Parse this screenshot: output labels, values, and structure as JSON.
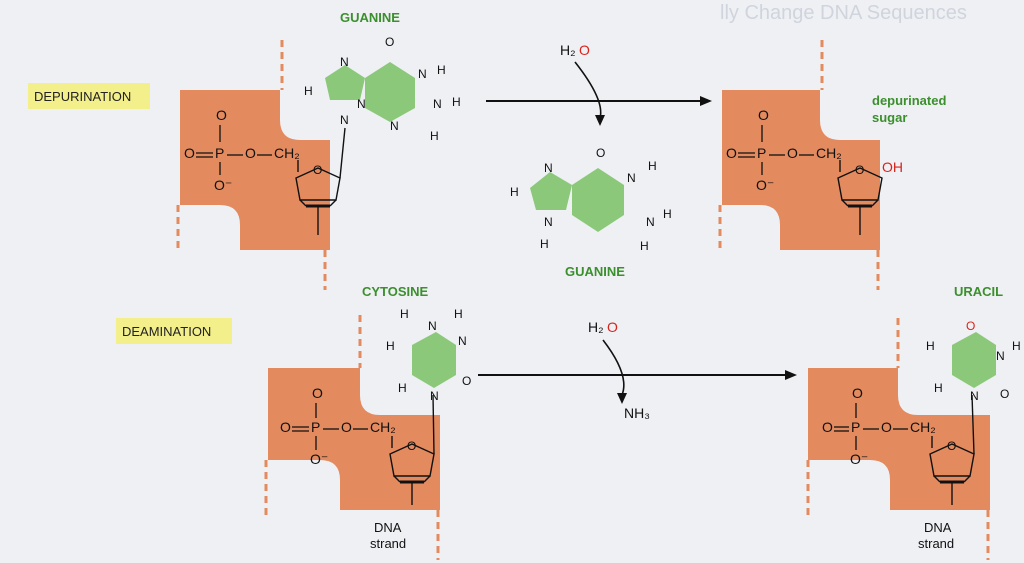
{
  "background_text": {
    "header": "lly Change DNA Sequences"
  },
  "labels": {
    "depurination": "DEPURINATION",
    "deamination": "DEAMINATION",
    "guanine_top": "GUANINE",
    "guanine_released": "GUANINE",
    "cytosine": "CYTOSINE",
    "uracil": "URACIL",
    "depurinated_sugar_line1": "depurinated",
    "depurinated_sugar_line2": "sugar",
    "dna_strand_line1": "DNA",
    "dna_strand_line2": "strand"
  },
  "chem": {
    "O": "O",
    "P": "P",
    "O_minus": "O⁻",
    "CH2": "CH₂",
    "H": "H",
    "N": "N",
    "OH": "OH",
    "water_H2": "H₂",
    "water_O": "O",
    "ammonia": "NH₃"
  },
  "colors": {
    "backbone": "#e38a5f",
    "base": "#8bc87a",
    "label_bg": "#f3ef8a",
    "green_text": "#3b8f2c",
    "red_text": "#d8231d",
    "background": "#eef0f4"
  }
}
